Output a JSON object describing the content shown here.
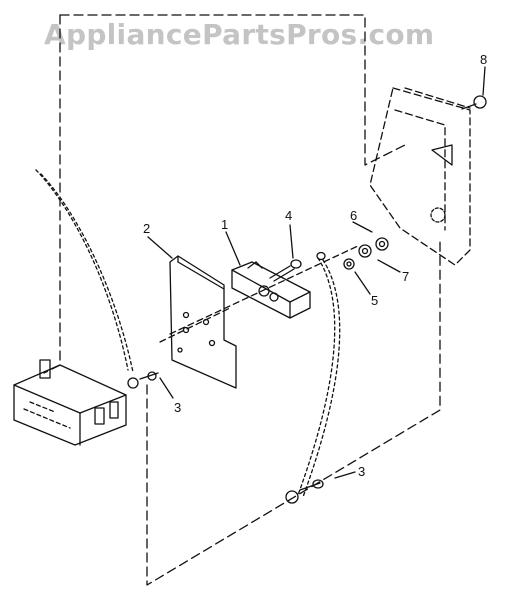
{
  "watermark": "AppliancePartsPros.com",
  "callouts": {
    "c1": "1",
    "c2": "2",
    "c3a": "3",
    "c3b": "3",
    "c4": "4",
    "c5": "5",
    "c6": "6",
    "c7": "7",
    "c8": "8"
  }
}
